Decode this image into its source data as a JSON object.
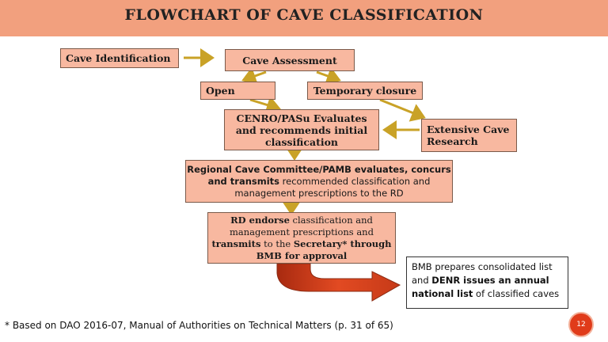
{
  "title": "FLOWCHART OF CAVE CLASSIFICATION",
  "nodes": {
    "cave_identification": "Cave Identification",
    "cave_assessment": "Cave Assessment",
    "open": "Open",
    "temporary_closure": "Temporary closure",
    "cenro_l1": "CENRO/PASu Evaluates",
    "cenro_l2": "and recommends initial",
    "cenro_l3": "classification",
    "extensive_l1": "Extensive Cave",
    "extensive_l2": "Research",
    "regional_l1": "Regional Cave  Committee/PAMB evaluates, concurs",
    "regional_l2_bold": "and transmits",
    "regional_l2_rest": " recommended classification and",
    "regional_l3": "management prescriptions to the RD",
    "rd_l1_bold": "RD endorse",
    "rd_l1_rest": " classification and",
    "rd_l2": "management prescriptions and",
    "rd_l3_bold": "transmits",
    "rd_l3_mid": " to  the ",
    "rd_l3_bold2": "Secretary* through",
    "rd_l4": "BMB for approval",
    "bmb_l1": "BMB prepares consolidated  list",
    "bmb_l2_pre": "and ",
    "bmb_l2_bold": "DENR issues an annual",
    "bmb_l3_bold": "national list",
    "bmb_l3_rest": " of classified caves"
  },
  "footnote": "* Based on DAO 2016-07, Manual of Authorities on Technical Matters (p. 31 of 65)",
  "page_number": "12",
  "colors": {
    "banner": "#f2a07e",
    "box_fill": "#f8b8a0",
    "arrow": "#c9a227",
    "big_arrow": "#d8401c",
    "page_badge": "#e03b1a"
  }
}
